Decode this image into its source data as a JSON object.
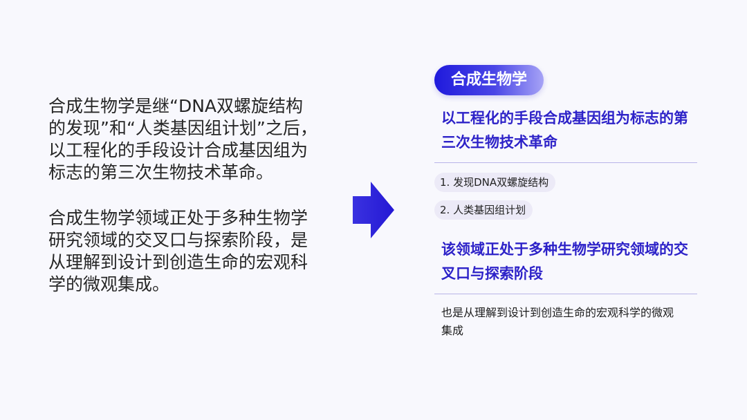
{
  "left": {
    "para1": "合成生物学是继“DNA双螺旋结构的发现”和“人类基因组计划”之后，以工程化的手段设计合成基因组为标志的第三次生物技术革命。",
    "para2": "合成生物学领域正处于多种生物学研究领域的交叉口与探索阶段，是从理解到设计到创造生命的宏观科学的微观集成。"
  },
  "arrow": {
    "icon": "arrow-right-icon",
    "color": "#2a1fd8"
  },
  "right": {
    "pill_label": "合成生物学",
    "heading1": "以工程化的手段合成基因组为标志的第三次生物技术革命",
    "tags": [
      "1. 发现DNA双螺旋结构",
      "2. 人类基因组计划"
    ],
    "heading2": "该领域正处于多种生物学研究领域的交叉口与探索阶段",
    "body": "也是从理解到设计到创造生命的宏观科学的微观集成"
  },
  "colors": {
    "accent": "#2d22c8",
    "pill_start": "#1f1adc",
    "pill_end": "#a6a3f6",
    "tag_bg": "#eceaf7",
    "background": "#f8f8fd"
  }
}
